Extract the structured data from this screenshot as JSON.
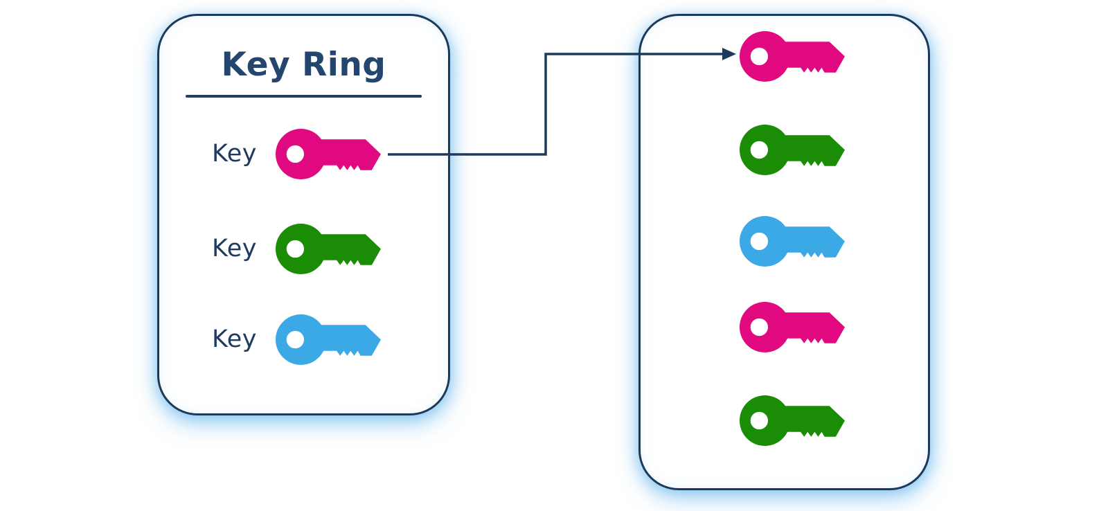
{
  "colors": {
    "background": "#ffffff",
    "outline": "#1b3a5a",
    "heading_text": "#24466e",
    "label_text": "#1e3a5f",
    "connector": "#1d3a5c",
    "glow": "#9fd4f5",
    "pink": "#e00980",
    "green": "#1b8c06",
    "blue": "#3aa9e5"
  },
  "left_panel": {
    "title": "Key Ring",
    "items": [
      {
        "label": "Key",
        "key_color_name": "pink"
      },
      {
        "label": "Key",
        "key_color_name": "green"
      },
      {
        "label": "Key",
        "key_color_name": "blue"
      }
    ]
  },
  "right_panel": {
    "keys": [
      {
        "key_color_name": "pink"
      },
      {
        "key_color_name": "green"
      },
      {
        "key_color_name": "blue"
      },
      {
        "key_color_name": "pink"
      },
      {
        "key_color_name": "green"
      }
    ]
  },
  "connector": {
    "from": "left-panel pink key",
    "to": "right-panel pink key"
  }
}
